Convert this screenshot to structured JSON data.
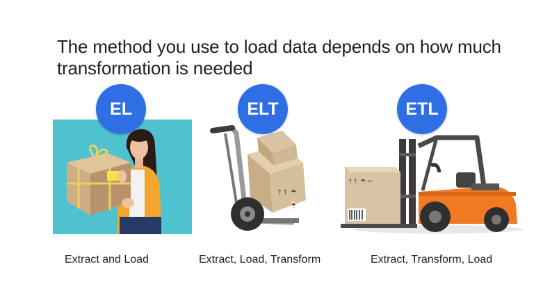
{
  "slide": {
    "title": "The method you use to load data depends on how much transformation is needed"
  },
  "methods": [
    {
      "badge": "EL",
      "caption": "Extract and Load",
      "image_icon": "woman-holding-package-icon"
    },
    {
      "badge": "ELT",
      "caption": "Extract, Load, Transform",
      "image_icon": "hand-truck-with-boxes-icon"
    },
    {
      "badge": "ETL",
      "caption": "Extract, Transform, Load",
      "image_icon": "forklift-with-box-icon"
    }
  ],
  "colors": {
    "badge_blue": "#2f6fe4",
    "panel_teal": "#4fc2d0",
    "forklift_orange": "#f07a22",
    "box_tan": "#d8c4a4"
  }
}
